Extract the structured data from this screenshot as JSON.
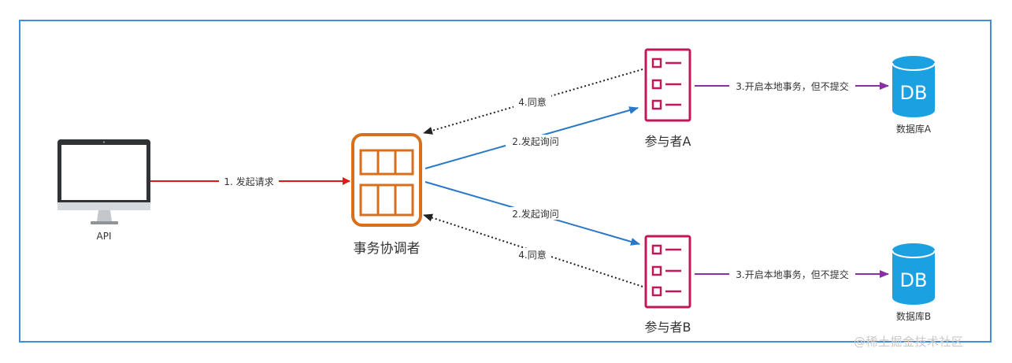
{
  "diagram": {
    "nodes": {
      "api": {
        "label": "API",
        "icon": "computer-monitor-icon"
      },
      "coordinator": {
        "label": "事务协调者",
        "icon": "coordinator-grid-icon"
      },
      "participant_a": {
        "label": "参与者A",
        "icon": "participant-list-icon"
      },
      "participant_b": {
        "label": "参与者B",
        "icon": "participant-list-icon"
      },
      "db_a": {
        "label": "数据库A",
        "icon_text": "DB",
        "icon": "database-icon"
      },
      "db_b": {
        "label": "数据库B",
        "icon_text": "DB",
        "icon": "database-icon"
      }
    },
    "edges": {
      "request": {
        "label": "1. 发起请求",
        "color": "#e8141c"
      },
      "query_a": {
        "label": "2.发起询问",
        "color": "#2a78c8"
      },
      "query_b": {
        "label": "2.发起询问",
        "color": "#2a78c8"
      },
      "local_a": {
        "label": "3.开启本地事务，但不提交",
        "color": "#8a2ea8"
      },
      "local_b": {
        "label": "3.开启本地事务，但不提交",
        "color": "#8a2ea8"
      },
      "agree_a": {
        "label": "4.同意",
        "color": "#222222"
      },
      "agree_b": {
        "label": "4.同意",
        "color": "#222222"
      }
    },
    "colors": {
      "frame": "#3c8ee0",
      "coordinator": "#d86f1c",
      "participant": "#c2185b",
      "database": "#1ba1e2"
    }
  },
  "watermark": "@稀土掘金技术社区"
}
